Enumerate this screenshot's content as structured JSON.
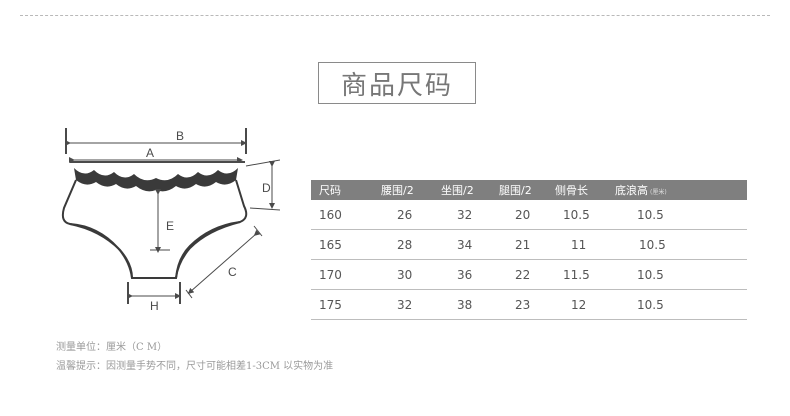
{
  "title": "商品尺码",
  "diagram": {
    "labels": {
      "a": "A",
      "b": "B",
      "c": "C",
      "d": "D",
      "e": "E",
      "h": "H"
    }
  },
  "table": {
    "headers": [
      "尺码",
      "腰围/2",
      "坐围/2",
      "腿围/2",
      "侧骨长",
      "底浪高"
    ],
    "header_tag": "(厘米)",
    "rows": [
      [
        "160",
        "26",
        "32",
        "20",
        "10.5",
        "10.5"
      ],
      [
        "165",
        "28",
        "34",
        "21",
        "11",
        "10.5"
      ],
      [
        "170",
        "30",
        "36",
        "22",
        "11.5",
        "10.5"
      ],
      [
        "175",
        "32",
        "38",
        "23",
        "12",
        "10.5"
      ]
    ]
  },
  "notes": {
    "unit": "测量单位：厘米（C M）",
    "tip": "温馨提示：因测量手势不同，尺寸可能相差1-3CM 以实物为准"
  },
  "colors": {
    "header_bg": "#7f7f7f",
    "text": "#555555",
    "line": "#4a4a4a"
  }
}
